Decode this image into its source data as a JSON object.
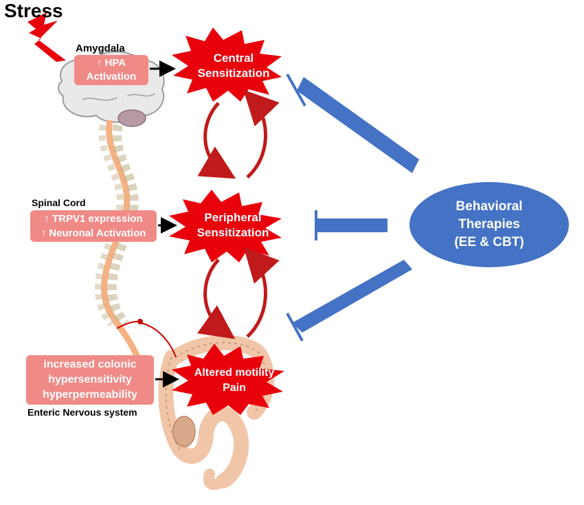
{
  "stress_label": "Stress",
  "brain": {
    "region_label": "Amygdala",
    "box_lines": [
      "↑ HPA",
      "Activation"
    ]
  },
  "spinal_cord": {
    "region_label": "Spinal Cord",
    "box_lines": [
      "↑ TRPV1 expression",
      "↑ Neuronal Activation"
    ]
  },
  "enteric": {
    "region_label": "Enteric Nervous system",
    "box_lines": [
      "increased colonic",
      "hypersensitivity",
      "hyperpermeability"
    ]
  },
  "outcomes": {
    "central": [
      "Central",
      "Sensitization"
    ],
    "peripheral": [
      "Peripheral",
      "Sensitization"
    ],
    "motility": [
      "Altered motility",
      "Pain"
    ]
  },
  "therapy": {
    "lines": [
      "Behavioral",
      "Therapies",
      "(EE & CBT)"
    ]
  },
  "colors": {
    "burst_red": "#e8000b",
    "pink_box": "#f08a86",
    "therapy_blue": "#4472c4",
    "cycle_arrow": "#c01a1a",
    "spine_orange": "#f4b183"
  }
}
